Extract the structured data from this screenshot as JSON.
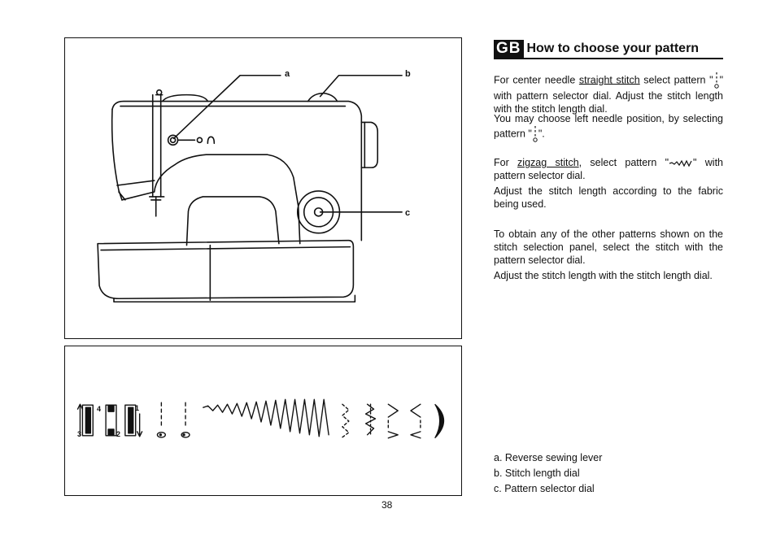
{
  "callouts": {
    "a": "a",
    "b": "b",
    "c": "c"
  },
  "pattern_panel": {
    "numbers": [
      "4",
      "3",
      "2",
      "1"
    ]
  },
  "heading": {
    "lang_badge": "GB",
    "title": "How to choose your pattern"
  },
  "paragraphs": {
    "p1": {
      "t1": "For center needle ",
      "u1": "straight stitch",
      "t2": " select pattern \"",
      "t3": "\" with pattern selector dial. Adjust the stitch length with the stitch length dial."
    },
    "p2": {
      "t1": "You may choose left needle position, by selecting pattern \"",
      "t2": "\"."
    },
    "p3": {
      "t1": "For ",
      "u1": "zigzag stitch",
      "t2": ", select pattern \"",
      "t3": "\" with pattern selector dial."
    },
    "p4": "Adjust the stitch length according to the fabric being used.",
    "p5": "To obtain any of the other patterns shown on the stitch selection panel, select the stitch with the pattern selector dial.",
    "p6": "Adjust the stitch length with the stitch length dial."
  },
  "legend": {
    "a": "a. Reverse sewing lever",
    "b": "b. Stitch length dial",
    "c": "c. Pattern selector dial"
  },
  "page_number": "38",
  "icons": [
    "straight-stitch-center-icon",
    "straight-stitch-left-icon",
    "zigzag-stitch-icon"
  ]
}
